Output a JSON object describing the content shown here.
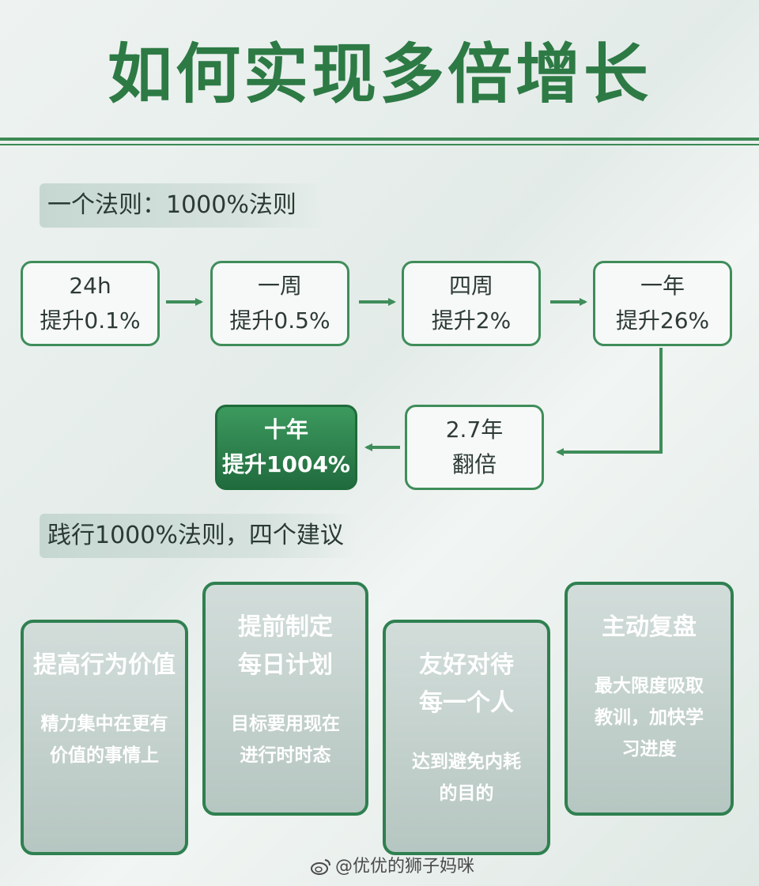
{
  "title": "如何实现多倍增长",
  "section1": "一个法则：1000%法则",
  "steps": [
    {
      "line1": "24h",
      "line2": "提升0.1%"
    },
    {
      "line1": "一周",
      "line2": "提升0.5%"
    },
    {
      "line1": "四周",
      "line2": "提升2%"
    },
    {
      "line1": "一年",
      "line2": "提升26%"
    },
    {
      "line1": "2.7年",
      "line2": "翻倍"
    },
    {
      "line1": "十年",
      "line2": "提升1004%"
    }
  ],
  "section2": "践行1000%法则，四个建议",
  "cards": [
    {
      "title": "提高行为价值",
      "desc": "精力集中在更有\n价值的事情上"
    },
    {
      "title": "提前制定\n每日计划",
      "desc": "目标要用现在\n进行时时态"
    },
    {
      "title": "友好对待\n每一个人",
      "desc": "达到避免内耗\n的目的"
    },
    {
      "title": "主动复盘",
      "desc": "最大限度吸取\n教训，加快学\n习进度"
    }
  ],
  "watermark": "@优优的狮子妈咪",
  "colors": {
    "primary_green": "#3f8d5a",
    "dark_green": "#216b3e",
    "title_green": "#2d7a45"
  }
}
